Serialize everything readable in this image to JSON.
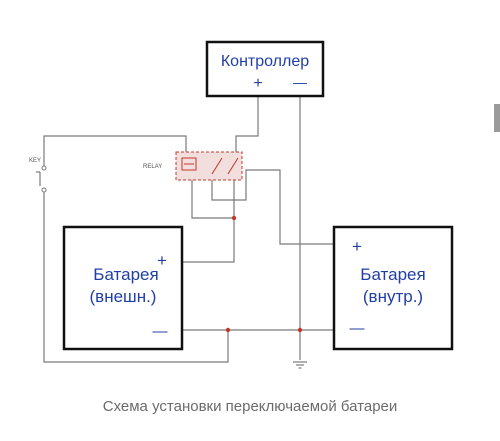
{
  "controller": {
    "label": "Контроллер",
    "plus": "+",
    "minus": "—"
  },
  "relay": {
    "label": "RELAY"
  },
  "key": {
    "label": "KEY"
  },
  "battery_external": {
    "line1": "Батарея",
    "line2": "(внешн.)",
    "plus": "+",
    "minus": "—"
  },
  "battery_internal": {
    "line1": "Батарея",
    "line2": "(внутр.)",
    "plus": "+",
    "minus": "—"
  },
  "caption": "Схема установки переключаемой батареи",
  "colors": {
    "box_text": "#1f3fa6",
    "wire": "#7a7a7a",
    "junction": "#c0392b",
    "relay": "#c0392b",
    "box_border": "#111111"
  }
}
